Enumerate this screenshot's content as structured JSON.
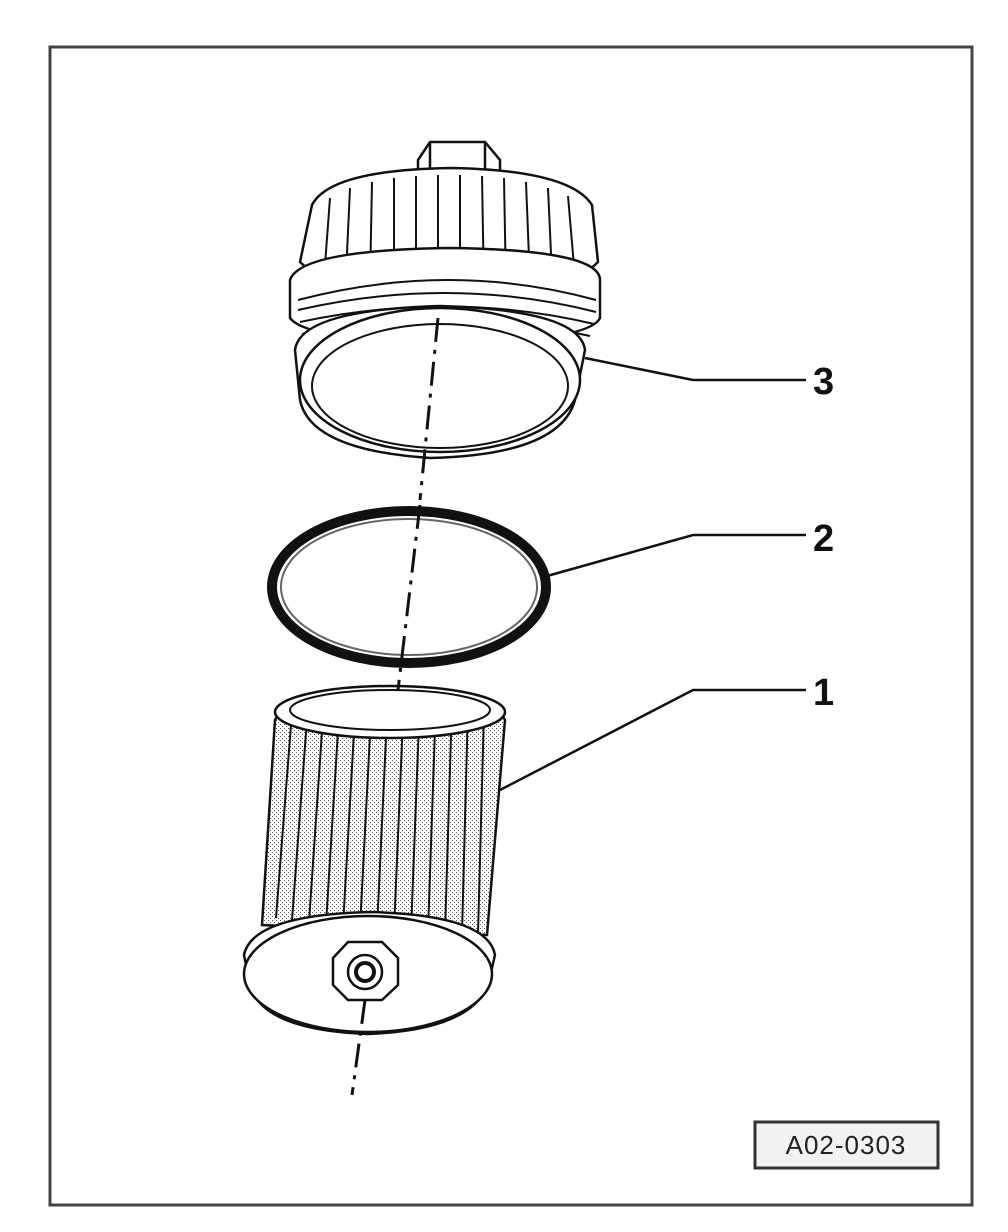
{
  "callouts": [
    {
      "number": "3",
      "part": "cap"
    },
    {
      "number": "2",
      "part": "seal"
    },
    {
      "number": "1",
      "part": "element"
    }
  ],
  "reference_code": "A02-0303",
  "colors": {
    "line": "#111111",
    "background": "#ffffff",
    "badge_fill": "#f2f2f2"
  }
}
